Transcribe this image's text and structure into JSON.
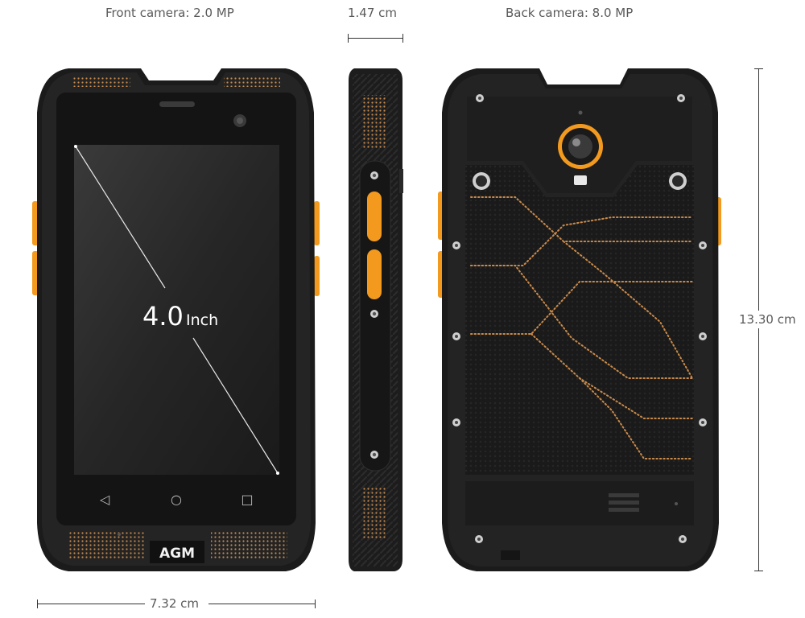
{
  "specs": {
    "front_camera": "Front camera: 2.0 MP",
    "thickness": "1.47 cm",
    "back_camera": "Back camera: 8.0 MP",
    "height": "13.30 cm",
    "width": "7.32 cm"
  },
  "front": {
    "screen_size_value": "4.0",
    "screen_size_unit": "Inch",
    "brand": "AGM",
    "nav_back": "◁",
    "nav_home": "○",
    "nav_recent": "□"
  },
  "colors": {
    "body": "#1c1c1c",
    "accent_orange": "#f39a1e",
    "dots": "#c98a4a"
  }
}
